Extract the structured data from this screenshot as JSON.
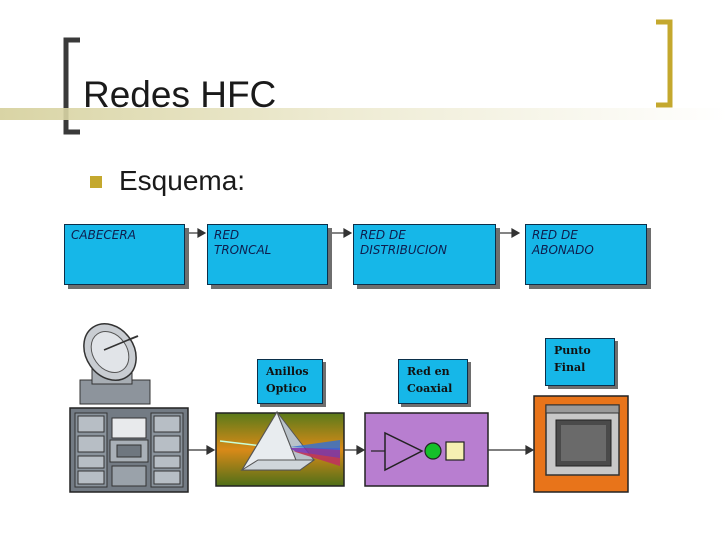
{
  "slide": {
    "title": "Redes HFC",
    "bullet": "Esquema:"
  },
  "top_row": [
    {
      "line1": "CABECERA",
      "line2": ""
    },
    {
      "line1": "RED",
      "line2": "TRONCAL"
    },
    {
      "line1": "RED DE",
      "line2": "DISTRIBUCION"
    },
    {
      "line1": "RED DE",
      "line2": "ABONADO"
    }
  ],
  "labels": {
    "optic": {
      "line1": "Anillos",
      "line2": "Optico"
    },
    "coax": {
      "line1": "Red en",
      "line2": "Coaxial"
    },
    "end": {
      "line1": "Punto",
      "line2": "Final"
    }
  },
  "colors": {
    "accent": "#c4a82e",
    "box_fill": "#16b7e8",
    "coax_panel": "#b87ed0",
    "end_panel": "#e8741a"
  },
  "icons": [
    "satellite-dish-icon",
    "server-rack-icon",
    "prism-icon",
    "amplifier-icon",
    "monitor-icon"
  ]
}
